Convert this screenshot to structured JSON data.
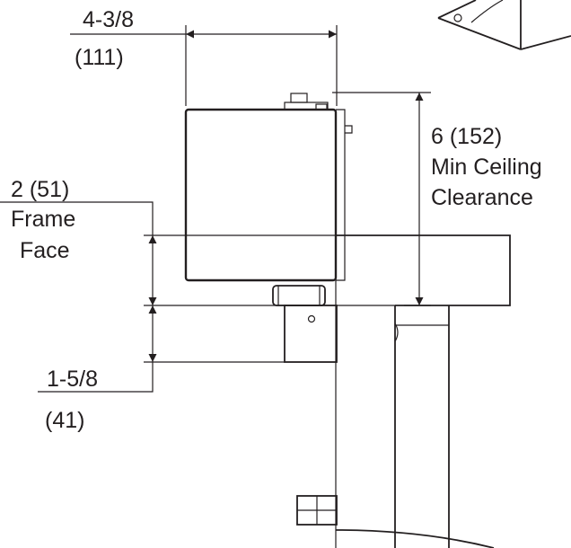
{
  "dimensions": {
    "width_top": {
      "imperial": "4-3/8",
      "metric": "(111)"
    },
    "ceiling_clearance": {
      "value": "6 (152)",
      "line2": "Min Ceiling",
      "line3": "Clearance"
    },
    "frame_face": {
      "value": "2 (51)",
      "line2": "Frame",
      "line3": "Face"
    },
    "bottom_offset": {
      "imperial": "1-5/8",
      "metric": "(41)"
    }
  },
  "colors": {
    "line": "#231f20",
    "background": "#ffffff"
  }
}
